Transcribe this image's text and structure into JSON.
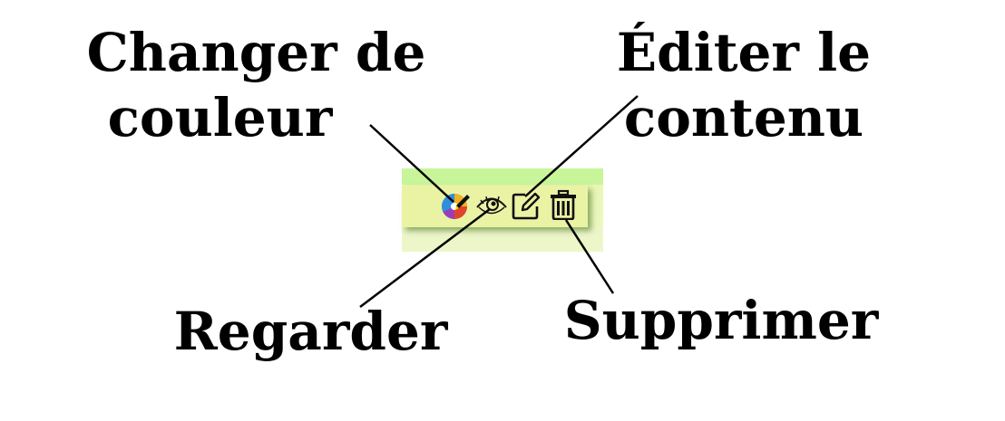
{
  "callouts": {
    "color": [
      "Changer de",
      "couleur"
    ],
    "edit": [
      "Éditer le",
      "contenu"
    ],
    "view": "Regarder",
    "delete": "Supprimer"
  },
  "toolbar": {
    "icons": [
      "palette-icon",
      "eye-icon",
      "edit-icon",
      "trash-icon"
    ],
    "header_color": "#c9f59a",
    "body_color": "#eaf3a4",
    "lower_color": "#edf6c9"
  },
  "leader_color": "#000000"
}
